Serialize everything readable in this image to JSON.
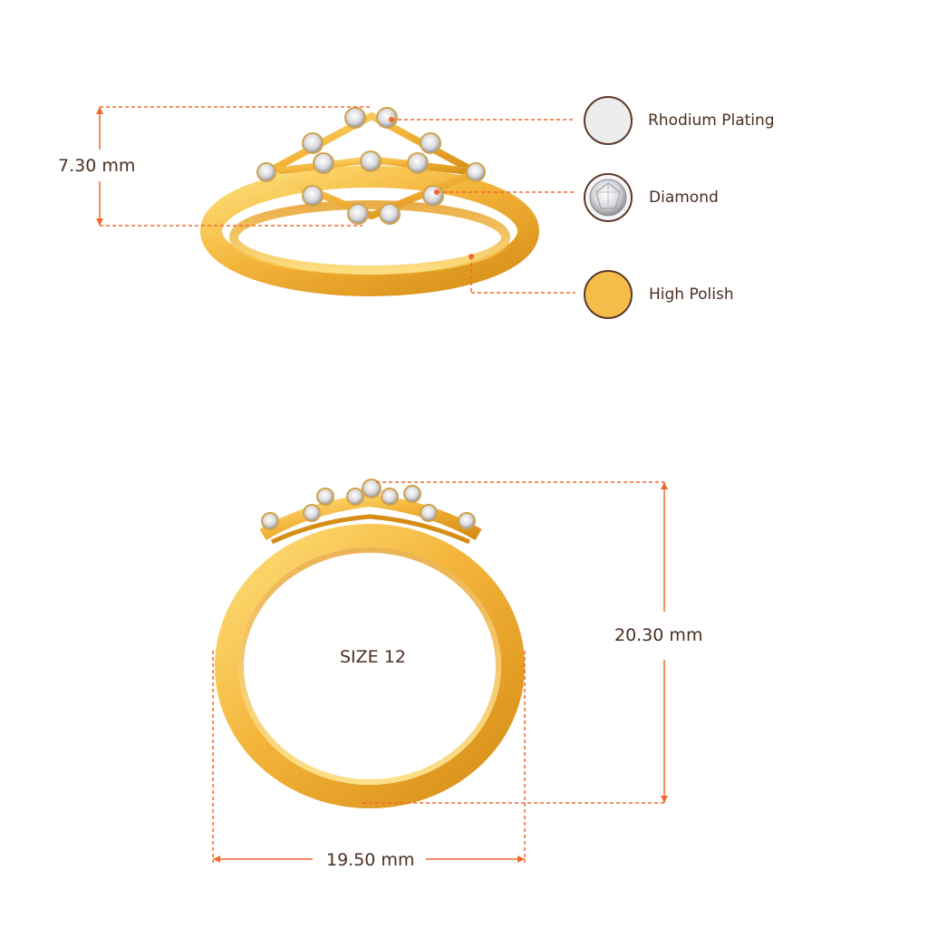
{
  "colors": {
    "dimension_line": "#f0692b",
    "text": "#4a2e22",
    "gold": "#f4b43a",
    "gold_dark": "#d9901a",
    "gold_light": "#fbd56a",
    "rhodium": "#e9e9e9",
    "swatch_border": "#5a3a2c"
  },
  "legend": {
    "rhodium": {
      "label": "Rhodium Plating",
      "icon": "rhodium-swatch-icon"
    },
    "diamond": {
      "label": "Diamond",
      "icon": "diamond-swatch-icon"
    },
    "polish": {
      "label": "High Polish",
      "icon": "gold-swatch-icon"
    }
  },
  "dimensions": {
    "height_top": "7.30 mm",
    "height_front": "20.30 mm",
    "width_front": "19.50 mm"
  },
  "size_label": "SIZE 12"
}
